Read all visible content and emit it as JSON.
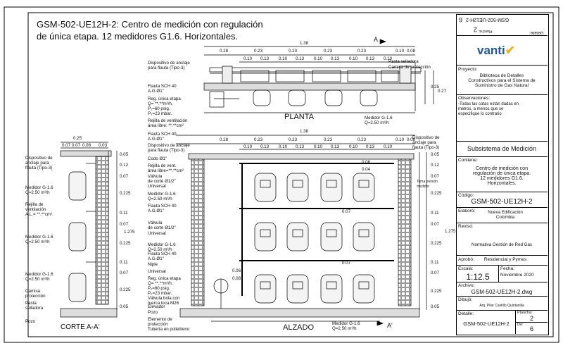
{
  "title": "GSM-502-UE12H-2: Centro de medición con regulación\nde única etapa.  12 medidores G1.6. Horizontales.",
  "views": {
    "planta": "PLANTA",
    "alzado": "ALZADO",
    "corte": "CORTE A-A'",
    "mark_a": "A",
    "mark_a2": "A'"
  },
  "dims": {
    "overall": "1.38",
    "d028": "0.28",
    "d023": "0.23",
    "d010": "0.10",
    "d008": "0.08",
    "d013": "0.13",
    "d025": "0.25",
    "d007": "0.07",
    "d003": "0.03",
    "d005": "0.05",
    "d012": "0.12",
    "d0225": "0.225",
    "d011": "0.11",
    "d1275": "1.275",
    "d006": "0.06",
    "d004": "0.04",
    "d027": "0.27"
  },
  "labels": {
    "anclaje_top": "Dispositivo de anclaje\npara flauta (Tipo-3)",
    "flauta1": "Flauta SCH 40\nA.G.Ø1\"",
    "regulacion1": "Reg. única etapa\nQ= **.**m³/h.\nP₁=60 psig.\nP₂=23 mbar.",
    "rejilla1": "Rejilla de ventilación\nárea libre: **.**cm²",
    "pasta1": "Pasta selladora",
    "camisa1": "Camisa de protección",
    "medidor_top": "Medidor G-1.6\nQ=2.50 m³/h",
    "flauta2": "Flauta SCH 40\nA.G.Ø1\"",
    "anclaje_mid": "Dispositivo de anclaje\npara flauta (Tipo-3)",
    "anclaje_right": "Dispositivo de\nanclaje para\nflauta (Tipo-3)",
    "codo": "Codo Ø1\"",
    "rejilla_vent": "Rejilla de vent.\nárea libre=**.**cm²",
    "valvula_corte": "Válvula\nde corte Ø1/2\"",
    "universal": "Universal",
    "medidor_a": "Medidor G-1.6\nQ=2.50 m³/h",
    "flauta3": "Flauta SCH 40\nA.G.Ø1\"",
    "valvula2": "Válvula\nde corte Ø1/2\"",
    "universal2": "Universal",
    "medidor_b": "Medidor G-1.6\nQ=2.50 m³/h",
    "flauta4": "Flauta SCH 40\nA.G.Ø1\"",
    "niple": "Niple",
    "universal3": "Universal",
    "regulacion2": "Reg. única etapa\nQ= **.**m³/h.\nP₁=60 psig.\nP₂=23 mbar.",
    "valvula_bola": "Válvula bola con\ntuerca loca M26",
    "elevador": "Elevador",
    "pozo": "Pozo",
    "elemento": "Elemento de\nprotección",
    "tuberia": "Tubería en polietileno",
    "medidor_bottom": "Medidor G-1.6\nQ=2.50 m³/h",
    "toma": "Toma presión\nmedidor",
    "left_medidor1": "Medidor G-1.6\nQ=2.50 m³/h",
    "left_rejilla": "Rejilla de\nventilación\nA.L.= **.**cm².",
    "left_medidor2": "Medidor G-1.6\nQ=2.50 m³/h",
    "left_medidor3": "Medidor G-1.6\nQ=2.50 m³/h",
    "left_camisa": "Camisa\nprotección",
    "left_pasta": "Pasta\nselladora",
    "left_pozo": "Pozo"
  },
  "sheet": {
    "logo": "vanti",
    "top_title": "GSM-502-UE12H-2",
    "detalle_lbl": "Detalle:",
    "plancha_lbl": "Plancha:",
    "plancha_top": "2",
    "de_top": "6",
    "proyecto_lbl": "Proyecto:",
    "proyecto": "Biblioteca de Detalles\nConstructivos para el Sistema de\nSuministro de Gas Natural",
    "obs_lbl": "Observaciones:",
    "obs": "-Todas las cotas están dadas en\nmetros, a menos que se\nespecifique lo contrario",
    "subsistema": "Subsistema de Medición",
    "contiene_lbl": "Contiene:",
    "contiene": "Centro de medición con\nregulación de única etapa.\n12 medidores G1.6.\nHorizontales.",
    "codigo_lbl": "Código:",
    "codigo": "GSM-502-UE12H-2",
    "elaboro_lbl": "Elaboró:",
    "elaboro": "Nueva Edificación\nColombia",
    "reviso_lbl": "Revisó:",
    "normativa": "Normativa Gestión de Red Gas",
    "aprobo_lbl": "Aprobó:",
    "aprobo": "Residencial y Pymes",
    "escala_lbl": "Escala:",
    "escala": "1:12.5",
    "fecha_lbl": "Fecha:",
    "fecha": "Noviembre 2020",
    "archivo_lbl": "Archivo:",
    "archivo": "GSM-502-UE12H-2.dwg",
    "dibujo_lbl": "Dibujó:",
    "dibujo": "Arq. Pilar Castillo Quintanilla",
    "detalle_bottom_lbl": "Detalle:",
    "detalle_bottom": "GSM-502-UE12H-2",
    "plancha2_lbl": "Plancha:",
    "plancha2": "2",
    "de_lbl": "De:",
    "de": "6"
  },
  "colors": {
    "logo_blue": "#1f56a3",
    "logo_yellow": "#f2b21b"
  }
}
